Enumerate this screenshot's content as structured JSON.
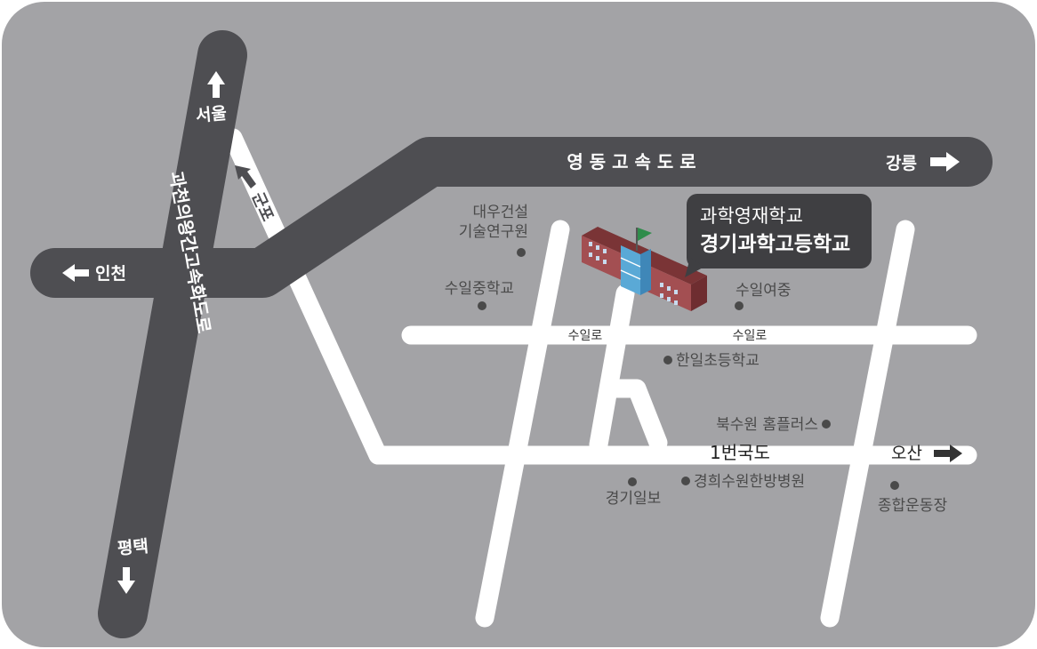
{
  "colors": {
    "background": "#a3a3a6",
    "major_road": "#4e4e52",
    "local_road": "#ffffff",
    "poi_dot": "#4a4a4a",
    "callout_bg": "#3f3f42",
    "building_brick": "#9c4a4c",
    "building_glass": "#5aa9d6",
    "flag": "#2f8c4b"
  },
  "roads": {
    "yeongdong_expressway": "영 동 고 속 도 로",
    "gwacheon_expressway": "과천의왕간고속화도로",
    "gunpo_road": "군포",
    "route1": "1번국도",
    "suil_ro_left": "수일로",
    "suil_ro_right": "수일로"
  },
  "directions": {
    "seoul": "서울",
    "pyeongtaek": "평택",
    "incheon": "인천",
    "gangneung": "강릉",
    "osan": "오산"
  },
  "icons": {
    "up_arrow": "up-arrow-icon",
    "down_arrow": "down-arrow-icon",
    "left_arrow": "left-arrow-icon",
    "right_arrow": "right-arrow-icon",
    "school_building": "school-building-icon",
    "flag": "flag-icon",
    "poi_dot": "dot-icon"
  },
  "callout": {
    "line1": "과학영재학교",
    "line2": "경기과학고등학교"
  },
  "pois": {
    "daewoo_line1": "대우건설",
    "daewoo_line2": "기술연구원",
    "suil_middle": "수일중학교",
    "suil_girls_middle": "수일여중",
    "hanil_elementary": "한일초등학교",
    "buksuwon_homeplus": "북수원 홈플러스",
    "gyeonggi_ilbo": "경기일보",
    "kyunghee_hospital": "경희수원한방병원",
    "sports_complex": "종합운동장"
  }
}
